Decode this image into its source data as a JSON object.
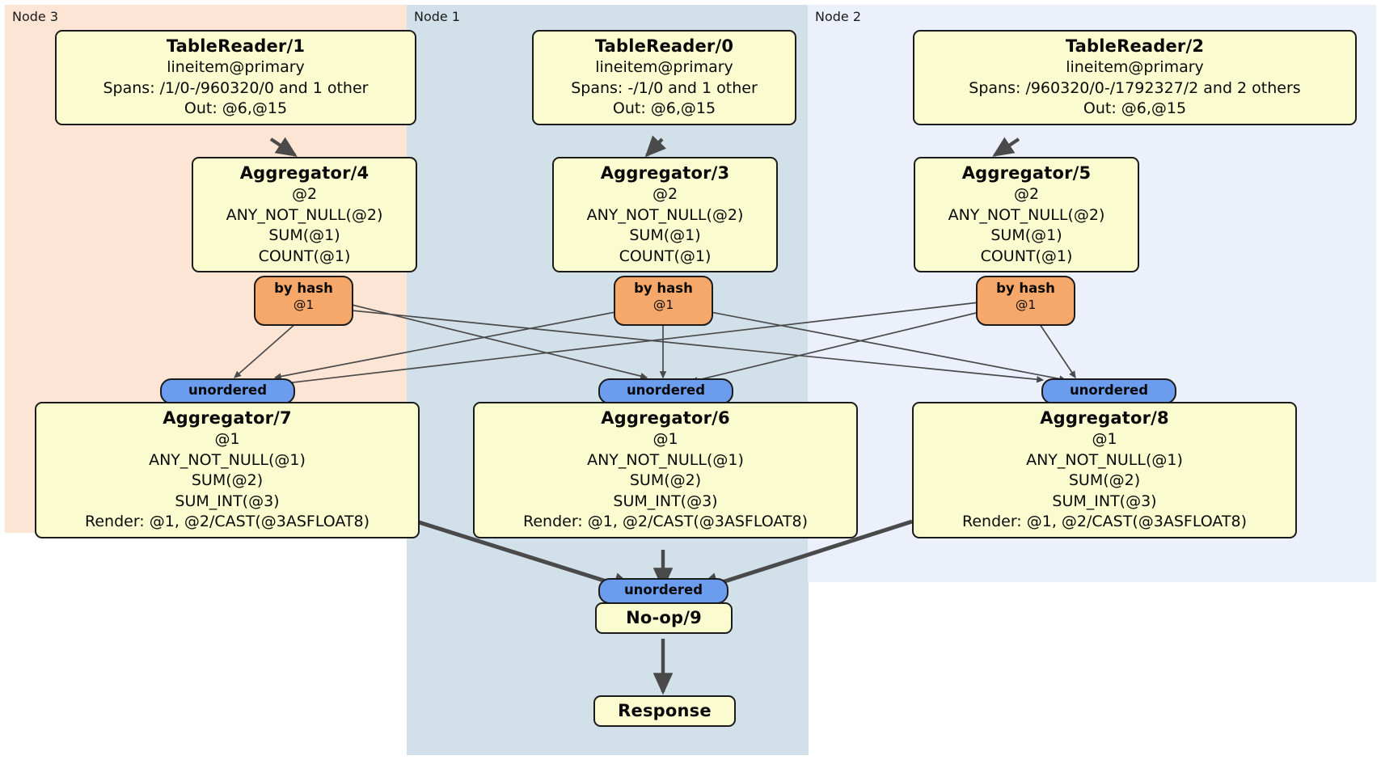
{
  "panels": [
    {
      "label": "Node 3"
    },
    {
      "label": "Node 1"
    },
    {
      "label": "Node 2"
    }
  ],
  "processors": {
    "table_reader_1": {
      "title": "TableReader/1",
      "lines": [
        "lineitem@primary",
        "Spans: /1/0-/960320/0 and 1 other",
        "Out: @6,@15"
      ]
    },
    "table_reader_0": {
      "title": "TableReader/0",
      "lines": [
        "lineitem@primary",
        "Spans: -/1/0 and 1 other",
        "Out: @6,@15"
      ]
    },
    "table_reader_2": {
      "title": "TableReader/2",
      "lines": [
        "lineitem@primary",
        "Spans: /960320/0-/1792327/2 and 2 others",
        "Out: @6,@15"
      ]
    },
    "aggregator_4": {
      "title": "Aggregator/4",
      "lines": [
        "@2",
        "ANY_NOT_NULL(@2)",
        "SUM(@1)",
        "COUNT(@1)"
      ]
    },
    "aggregator_3": {
      "title": "Aggregator/3",
      "lines": [
        "@2",
        "ANY_NOT_NULL(@2)",
        "SUM(@1)",
        "COUNT(@1)"
      ]
    },
    "aggregator_5": {
      "title": "Aggregator/5",
      "lines": [
        "@2",
        "ANY_NOT_NULL(@2)",
        "SUM(@1)",
        "COUNT(@1)"
      ]
    },
    "aggregator_7": {
      "title": "Aggregator/7",
      "lines": [
        "@1",
        "ANY_NOT_NULL(@1)",
        "SUM(@2)",
        "SUM_INT(@3)",
        "Render: @1, @2/CAST(@3ASFLOAT8)"
      ]
    },
    "aggregator_6": {
      "title": "Aggregator/6",
      "lines": [
        "@1",
        "ANY_NOT_NULL(@1)",
        "SUM(@2)",
        "SUM_INT(@3)",
        "Render: @1, @2/CAST(@3ASFLOAT8)"
      ]
    },
    "aggregator_8": {
      "title": "Aggregator/8",
      "lines": [
        "@1",
        "ANY_NOT_NULL(@1)",
        "SUM(@2)",
        "SUM_INT(@3)",
        "Render: @1, @2/CAST(@3ASFLOAT8)"
      ]
    },
    "noop_9": {
      "title": "No-op/9",
      "lines": []
    },
    "response": {
      "title": "Response",
      "lines": []
    }
  },
  "badges": {
    "hash_left": {
      "kind": "by hash",
      "column": "@1"
    },
    "hash_middle": {
      "kind": "by hash",
      "column": "@1"
    },
    "hash_right": {
      "kind": "by hash",
      "column": "@1"
    },
    "unordered_left": {
      "label": "unordered"
    },
    "unordered_middle": {
      "label": "unordered"
    },
    "unordered_right": {
      "label": "unordered"
    },
    "unordered_final": {
      "label": "unordered"
    }
  },
  "colors": {
    "panel_node3": "#fde5d6",
    "panel_node1": "#d2e0ea",
    "panel_node2": "#ecf0fb",
    "processor_fill": "#fbfbd0",
    "hash_badge_fill": "#f6a86a",
    "unordered_badge_fill": "#6c9ced",
    "edge_stroke": "#4a4a4a",
    "border": "#1b1b1b"
  }
}
